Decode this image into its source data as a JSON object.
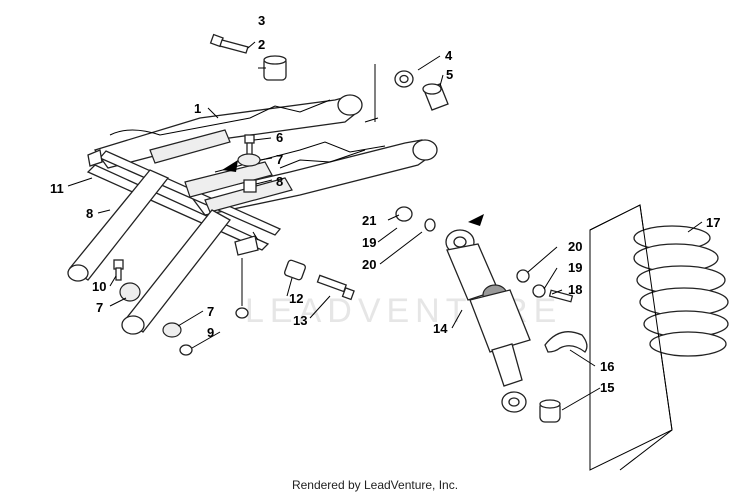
{
  "watermark": "LEADVENTURE",
  "footer": "Rendered by LeadVenture, Inc.",
  "callouts": {
    "c1": "1",
    "c2": "2",
    "c3": "3",
    "c4": "4",
    "c5": "5",
    "c6": "6",
    "c7a": "7",
    "c7b": "7",
    "c7c": "7",
    "c8a": "8",
    "c8b": "8",
    "c9": "9",
    "c10": "10",
    "c11": "11",
    "c12": "12",
    "c13": "13",
    "c14": "14",
    "c15": "15",
    "c16": "16",
    "c17": "17",
    "c18": "18",
    "c19a": "19",
    "c19b": "19",
    "c20a": "20",
    "c20b": "20",
    "c21": "21"
  }
}
